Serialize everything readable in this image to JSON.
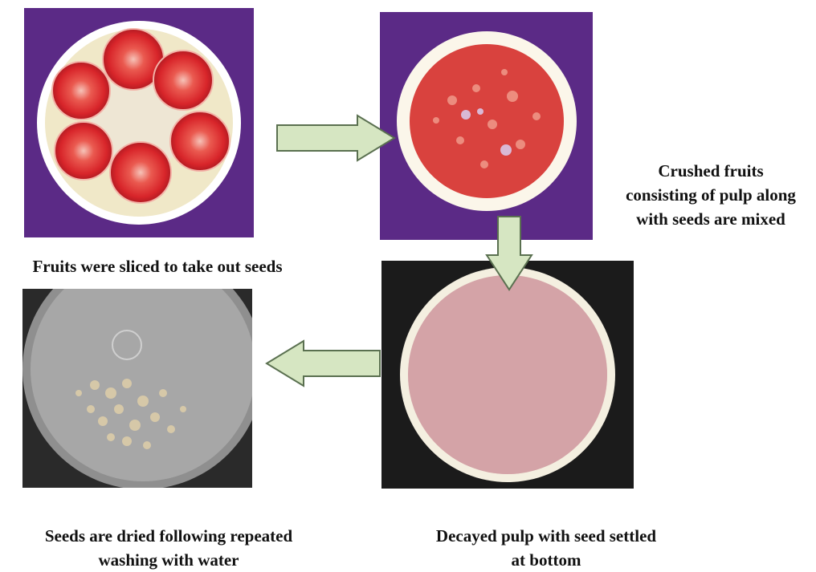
{
  "steps": [
    {
      "caption_lines": [
        "Fruits were sliced to take out seeds"
      ]
    },
    {
      "caption_lines": [
        "Crushed fruits",
        "consisting of pulp along",
        "with seeds are mixed"
      ]
    },
    {
      "caption_lines": [
        "Decayed pulp with seed settled",
        "at bottom"
      ]
    },
    {
      "caption_lines": [
        "Seeds are dried following repeated",
        "washing with water"
      ]
    }
  ],
  "colors": {
    "arrow_fill": "#d6e6c2",
    "arrow_stroke": "#5a7050",
    "purple_cloth": "#5b2a86",
    "tomato_red": "#d8252a",
    "dark_bg": "#1b1b1b"
  },
  "icons": [
    "arrow-right-icon",
    "arrow-down-icon",
    "arrow-left-icon"
  ]
}
